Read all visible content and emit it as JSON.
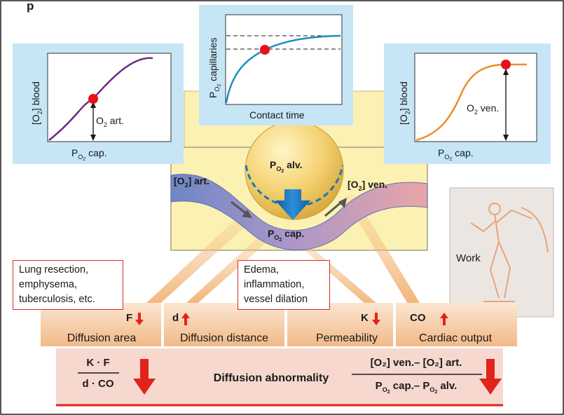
{
  "title_fragment": "p",
  "panels": {
    "left": {
      "y_label_a": "[O",
      "y_label_b": "2",
      "y_label_c": "] blood",
      "x_label_a": "P",
      "x_label_b": "O",
      "x_label_c": "2",
      "x_label_d": " cap.",
      "note_a": "O",
      "note_b": "2",
      "note_c": " art."
    },
    "middle": {
      "y_label_a": "P",
      "y_label_b": "O",
      "y_label_c": "2",
      "y_label_d": " capillaries",
      "x_label": "Contact time"
    },
    "right": {
      "y_label_a": "[O",
      "y_label_b": "2",
      "y_label_c": "] blood",
      "x_label_a": "P",
      "x_label_b": "O",
      "x_label_c": "2",
      "x_label_d": " cap.",
      "note_a": "O",
      "note_b": "2",
      "note_c": " ven."
    }
  },
  "alveolus": {
    "alv_a": "P",
    "alv_b": "O",
    "alv_c": "2",
    "alv_d": " alv.",
    "art_a": "[O",
    "art_b": "2",
    "art_c": "] art.",
    "ven_a": "[O",
    "ven_b": "2",
    "ven_c": "] ven.",
    "cap_a": "P",
    "cap_b": "O",
    "cap_c": "2",
    "cap_d": " cap."
  },
  "notes": {
    "lung_lines": [
      "Lung resection,",
      "emphysema,",
      "tuberculosis, etc."
    ],
    "edema_lines": [
      "Edema,",
      "inflammation,",
      "vessel dilation"
    ],
    "work": "Work"
  },
  "factors": [
    {
      "symbol": "F",
      "name": "Diffusion area",
      "direction": "down"
    },
    {
      "symbol": "d",
      "name": "Diffusion distance",
      "direction": "up"
    },
    {
      "symbol": "K",
      "name": "Permeability",
      "direction": "down"
    },
    {
      "symbol": "CO",
      "name": "Cardiac output",
      "direction": "up"
    }
  ],
  "formula": {
    "left_num": "K · F",
    "left_den": "d · CO",
    "center": "Diffusion abnormality",
    "right_num": "[O₂] ven.– [O₂] art.",
    "right_den_a": "P",
    "right_den_b": "O",
    "right_den_c": "2",
    "right_den_d": " cap.– ",
    "right_den_e": "P",
    "right_den_f": "O",
    "right_den_g": "2",
    "right_den_h": " alv."
  },
  "colors": {
    "panel_bg": "#c6e6f6",
    "left_curve": "#6f2a86",
    "mid_curve": "#1b8fc6",
    "right_curve": "#ee8a2e",
    "marker": "#e8101a",
    "arrow_red": "#e2231a",
    "band": "#f6d3b4",
    "formula_bg": "#f6d8cf",
    "beam": "#f2b877"
  }
}
